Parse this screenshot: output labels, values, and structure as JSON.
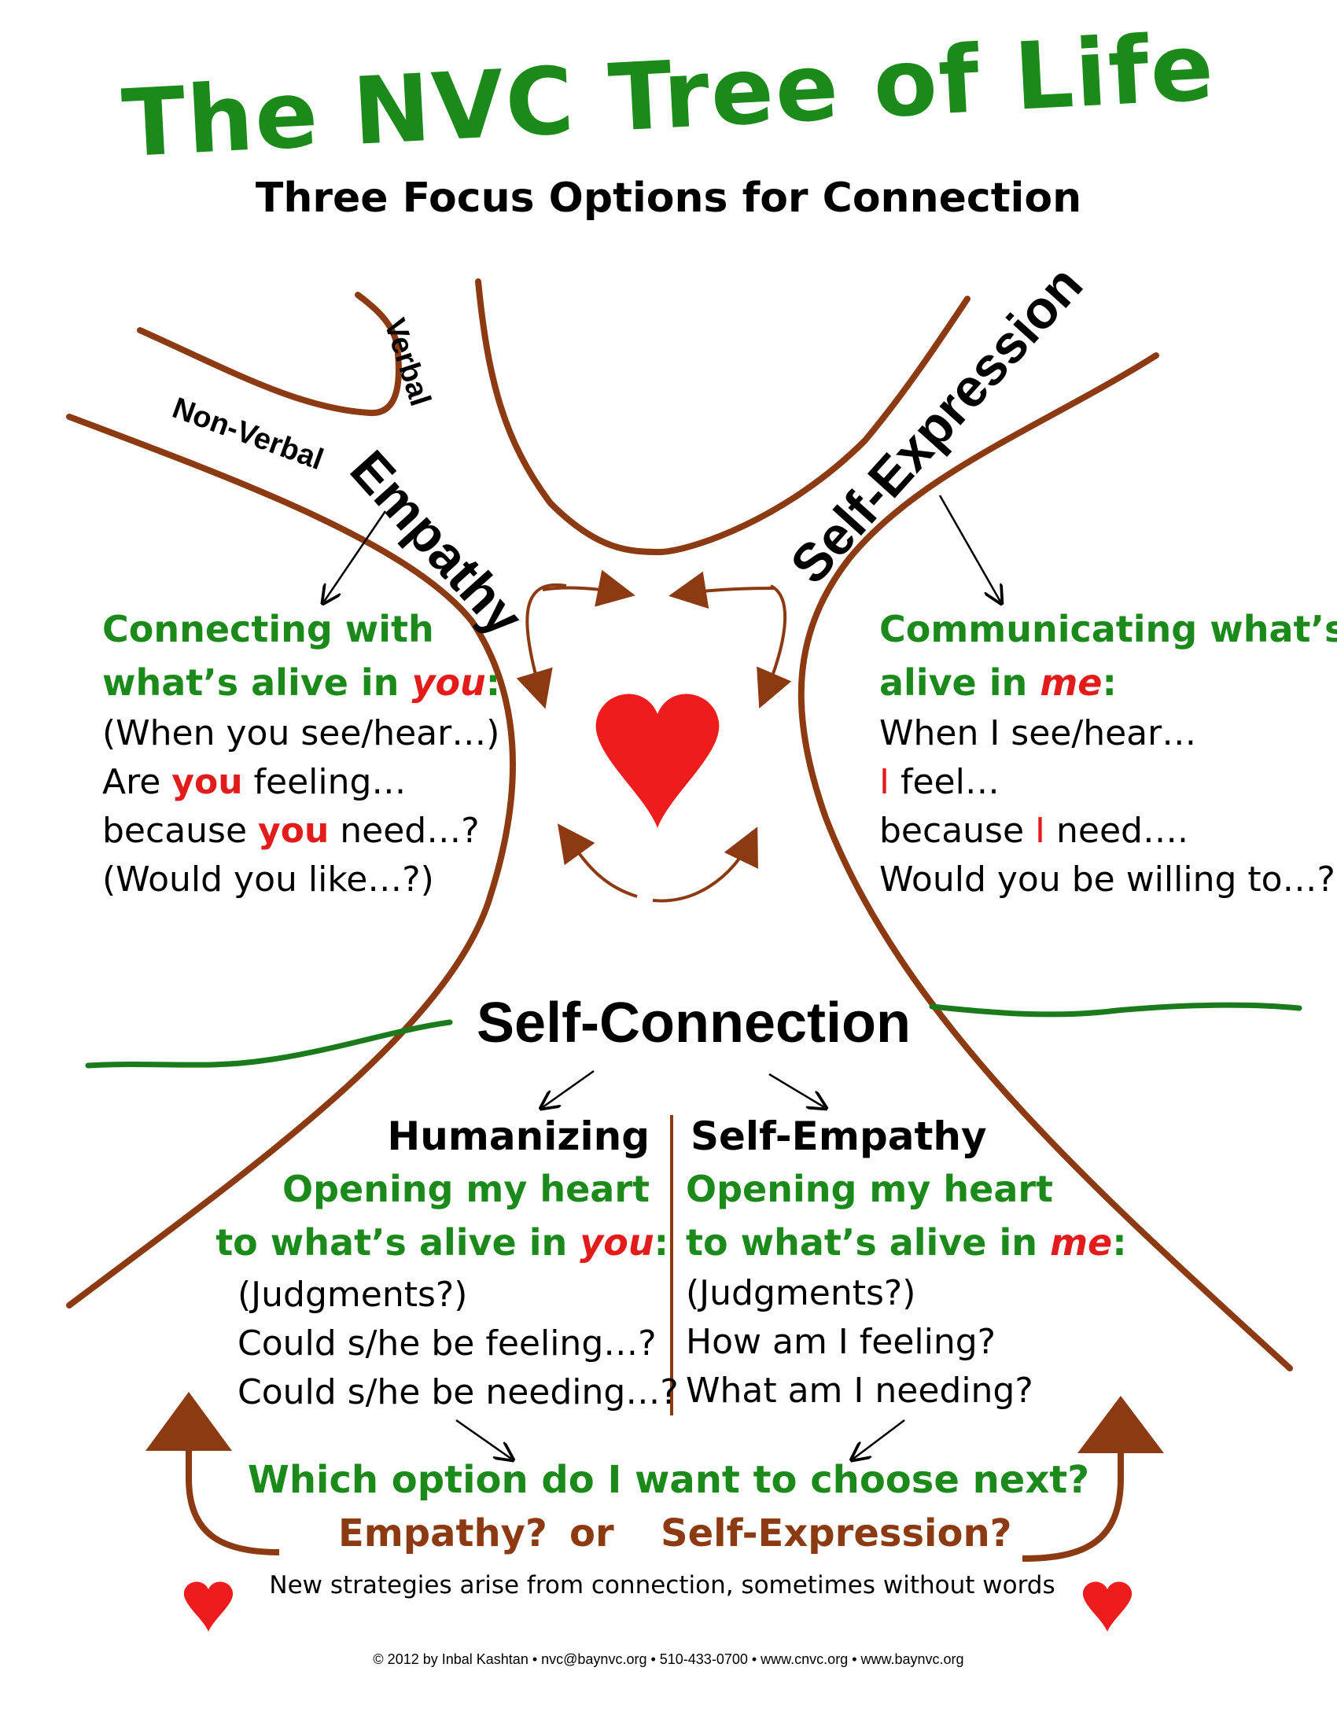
{
  "title": "The NVC Tree of Life",
  "subtitle": "Three Focus Options for Connection",
  "branches": {
    "verbal": "Verbal",
    "non_verbal": "Non-Verbal",
    "empathy": "Empathy",
    "self_expression": "Self-Expression"
  },
  "empathy_section": {
    "heading_line1": "Connecting with",
    "heading_line2_pre": "what’s alive in ",
    "heading_line2_em": "you",
    "heading_line2_post": ":",
    "line1": "(When you see/hear…)",
    "line2_pre": "Are ",
    "line2_em": "you",
    "line2_post": " feeling…",
    "line3_pre": "because ",
    "line3_em": "you",
    "line3_post": " need…?",
    "line4": "(Would you like…?)"
  },
  "self_expression_section": {
    "heading_line1": "Communicating what’s",
    "heading_line2_pre": "alive in ",
    "heading_line2_em": "me",
    "heading_line2_post": ":",
    "line1": "When I see/hear…",
    "line2_em": "I",
    "line2_post": " feel…",
    "line3_pre": "because ",
    "line3_em": "I",
    "line3_post": " need….",
    "line4": "Would you be willing to…?"
  },
  "self_connection": {
    "title": "Self-Connection",
    "humanizing": {
      "title": "Humanizing",
      "heading_line1": "Opening my heart",
      "heading_line2_pre": "to what’s alive in ",
      "heading_line2_em": "you",
      "heading_line2_post": ":",
      "line1": "(Judgments?)",
      "line2": "Could s/he be feeling…?",
      "line3": "Could s/he be needing…?"
    },
    "self_empathy": {
      "title": "Self-Empathy",
      "heading_line1": "Opening my heart",
      "heading_line2_pre": "to what’s alive in ",
      "heading_line2_em": "me",
      "heading_line2_post": ":",
      "line1": "(Judgments?)",
      "line2": "How am I feeling?",
      "line3": "What am I needing?"
    }
  },
  "choice": {
    "question": "Which option do I want to choose next?",
    "option1": "Empathy?",
    "or": "or",
    "option2": "Self-Expression?"
  },
  "strategies_note": "New strategies arise from connection, sometimes without words",
  "footer": "© 2012 by Inbal Kashtan • nvc@baynvc.org • 510-433-0700 • www.cnvc.org • www.baynvc.org",
  "colors": {
    "brown": "#8b3a12",
    "green": "#1b8a1b",
    "red": "#e41b1b"
  },
  "icons": [
    "heart-icon",
    "arrow-icon",
    "up-arrow-icon"
  ]
}
